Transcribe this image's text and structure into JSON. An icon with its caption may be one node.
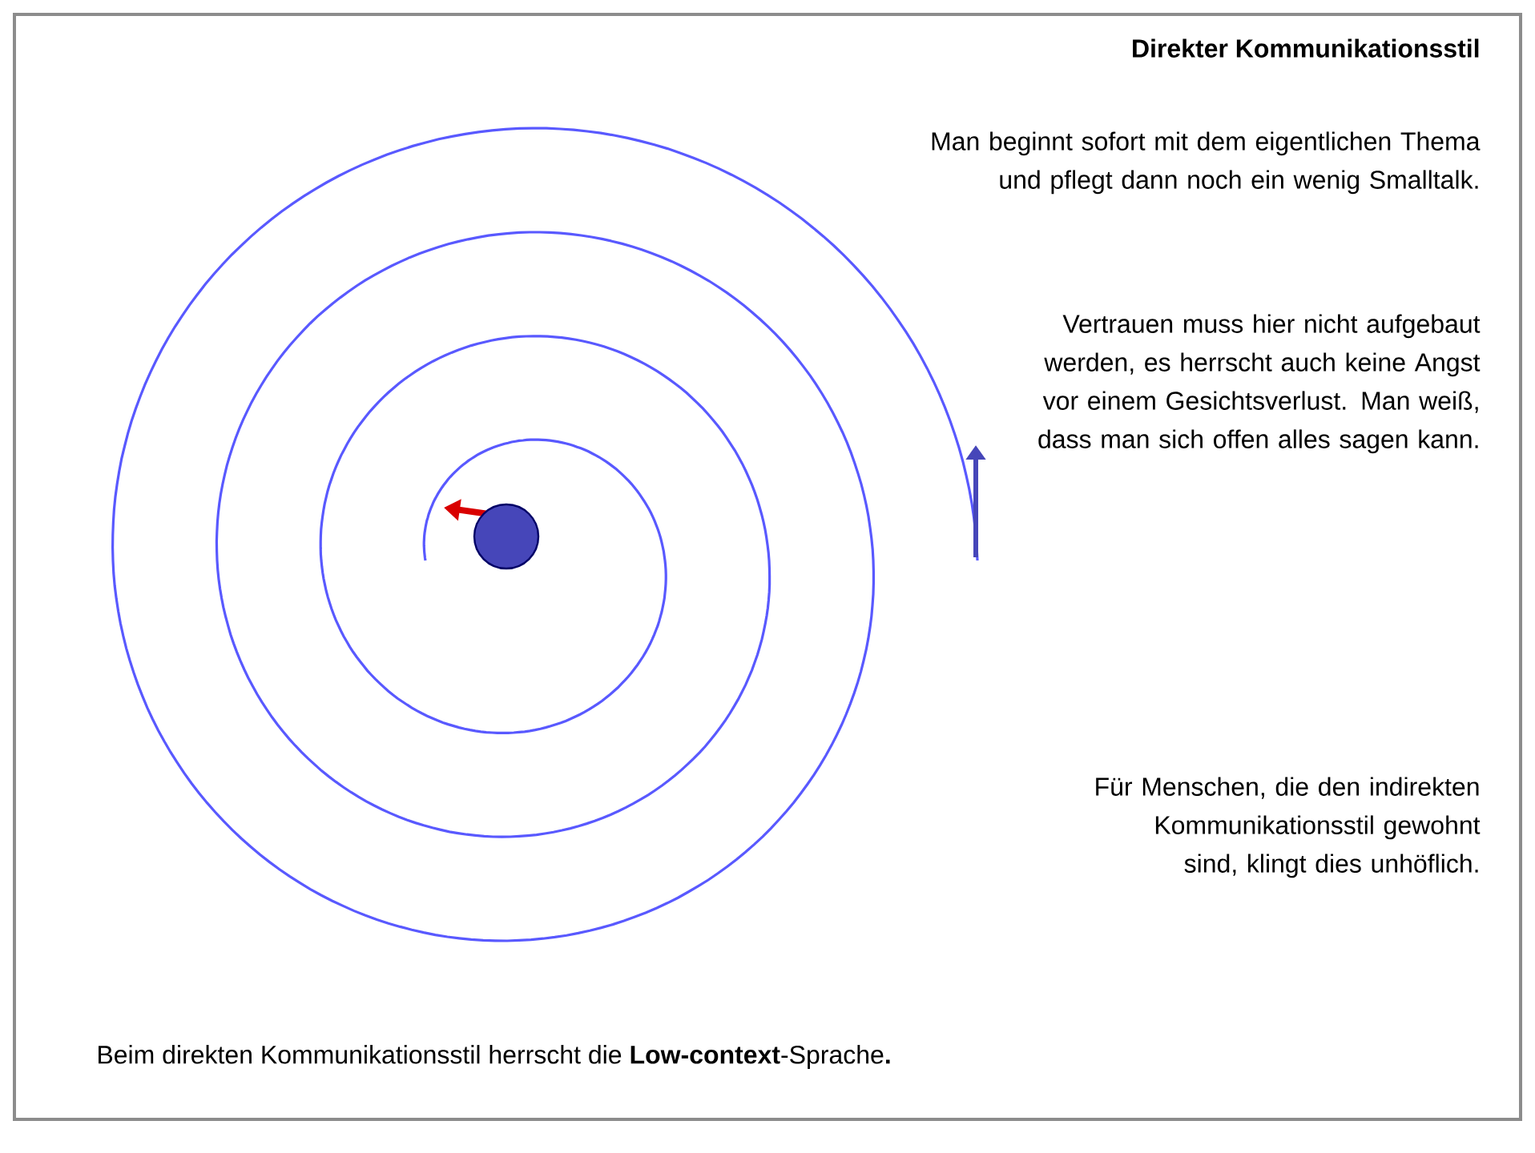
{
  "diagram": {
    "title": "Direkter Kommunikationsstil",
    "nodes": [
      {
        "text": [],
        "shape": "circle"
      }
    ],
    "labels": [
      "Man beginnt sofort mit dem eigentlichen Thema und pflegt dann noch ein wenig Smalltalk.",
      "Vertrauen muss hier nicht aufgebaut werden, es herrscht auch keine Angst vor einem Gesichtsverlust. Man weiß, dass man sich offen alles sagen kann.",
      "Für Menschen, die den indirekten Kommunikationsstil gewohnt sind, klingt dies unhöflich."
    ],
    "caption": "Beim direkten Kommunikationsstil herrscht die **Low-context**-Sprache**.**"
  }
}
